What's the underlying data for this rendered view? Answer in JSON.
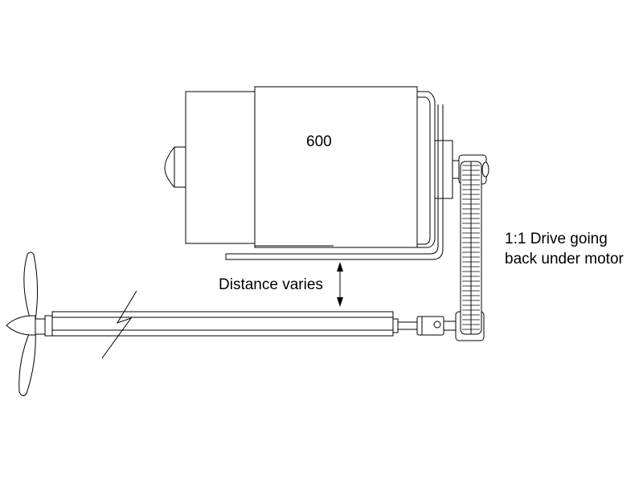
{
  "motor": {
    "label": "600"
  },
  "annotations": {
    "distance_label": "Distance varies",
    "drive_note_line1": "1:1 Drive going",
    "drive_note_line2": "back under motor"
  },
  "colors": {
    "line": "#000000",
    "background": "#ffffff"
  }
}
